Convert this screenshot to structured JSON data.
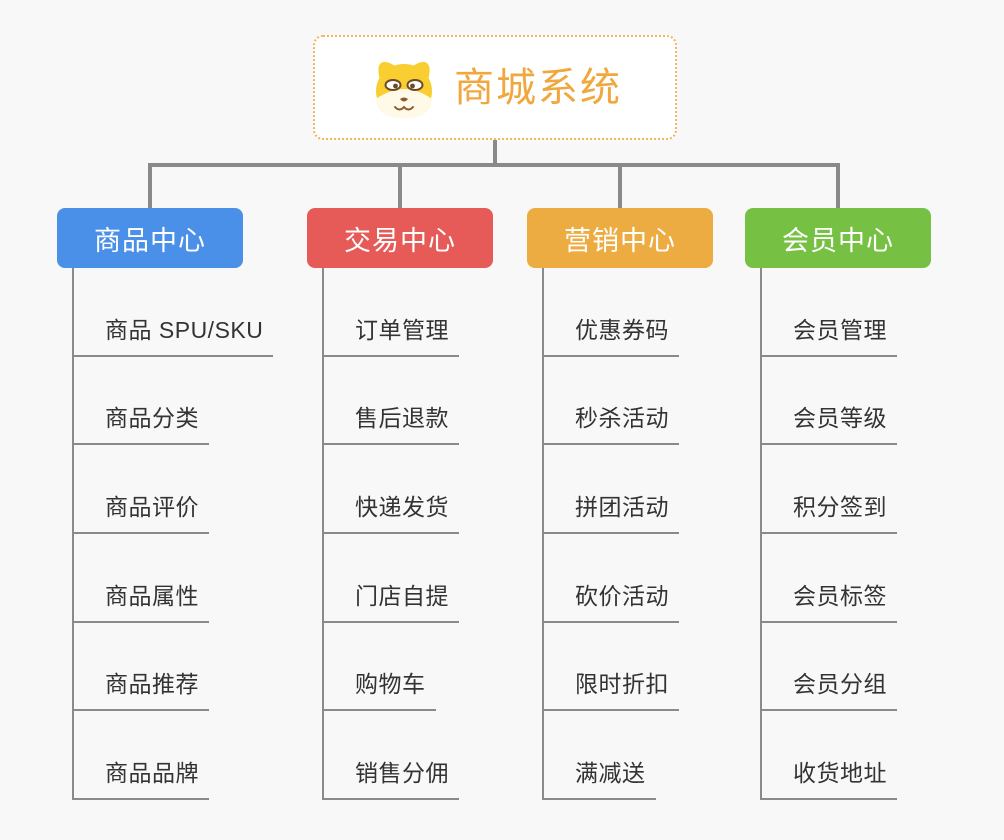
{
  "root": {
    "title": "商城系统",
    "icon": "dog-face-icon",
    "title_color": "#F0A73E",
    "border_color": "#F2B45C"
  },
  "branches": [
    {
      "label": "商品中心",
      "color": "#4A90E8",
      "children": [
        "商品 SPU/SKU",
        "商品分类",
        "商品评价",
        "商品属性",
        "商品推荐",
        "商品品牌"
      ]
    },
    {
      "label": "交易中心",
      "color": "#E65A58",
      "children": [
        "订单管理",
        "售后退款",
        "快递发货",
        "门店自提",
        "购物车",
        "销售分佣"
      ]
    },
    {
      "label": "营销中心",
      "color": "#EDAC41",
      "children": [
        "优惠券码",
        "秒杀活动",
        "拼团活动",
        "砍价活动",
        "限时折扣",
        "满减送"
      ]
    },
    {
      "label": "会员中心",
      "color": "#76C143",
      "children": [
        "会员管理",
        "会员等级",
        "积分签到",
        "会员标签",
        "会员分组",
        "收货地址"
      ]
    }
  ],
  "colors": {
    "background": "#F8F8F8",
    "connector": "#8A8A8A",
    "child_text": "#333333",
    "node_text": "#FFFFFF"
  }
}
